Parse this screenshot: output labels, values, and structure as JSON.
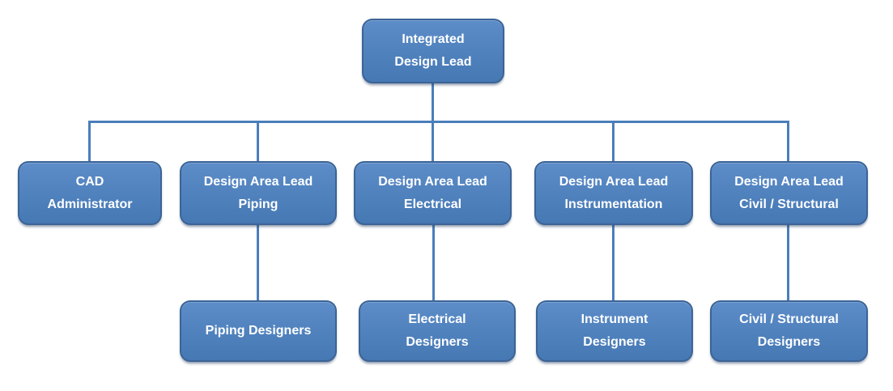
{
  "diagram": {
    "type": "org-chart",
    "colors": {
      "node_fill": "#4F81BD",
      "node_border": "#3C6496",
      "connector_line": "#4A7EBB",
      "text": "#FFFFFF",
      "background": "#FFFFFF"
    },
    "nodes": {
      "root": {
        "label": [
          "Integrated",
          "Design Lead"
        ]
      },
      "cad_admin": {
        "label": [
          "CAD",
          "Administrator"
        ]
      },
      "lead_piping": {
        "label": [
          "Design Area Lead",
          "Piping"
        ]
      },
      "lead_electrical": {
        "label": [
          "Design Area Lead",
          "Electrical"
        ]
      },
      "lead_instrumentation": {
        "label": [
          "Design Area Lead",
          "Instrumentation"
        ]
      },
      "lead_civil": {
        "label": [
          "Design Area Lead",
          "Civil / Structural"
        ]
      },
      "piping_designers": {
        "label": [
          "Piping Designers"
        ]
      },
      "electrical_designers": {
        "label": [
          "Electrical",
          "Designers"
        ]
      },
      "instrument_designers": {
        "label": [
          "Instrument",
          "Designers"
        ]
      },
      "civil_designers": {
        "label": [
          "Civil / Structural",
          "Designers"
        ]
      }
    },
    "hierarchy": {
      "root": "root",
      "children_of_root": [
        "cad_admin",
        "lead_piping",
        "lead_electrical",
        "lead_instrumentation",
        "lead_civil"
      ],
      "child_of_lead_piping": "piping_designers",
      "child_of_lead_electrical": "electrical_designers",
      "child_of_lead_instrumentation": "instrument_designers",
      "child_of_lead_civil": "civil_designers"
    }
  }
}
